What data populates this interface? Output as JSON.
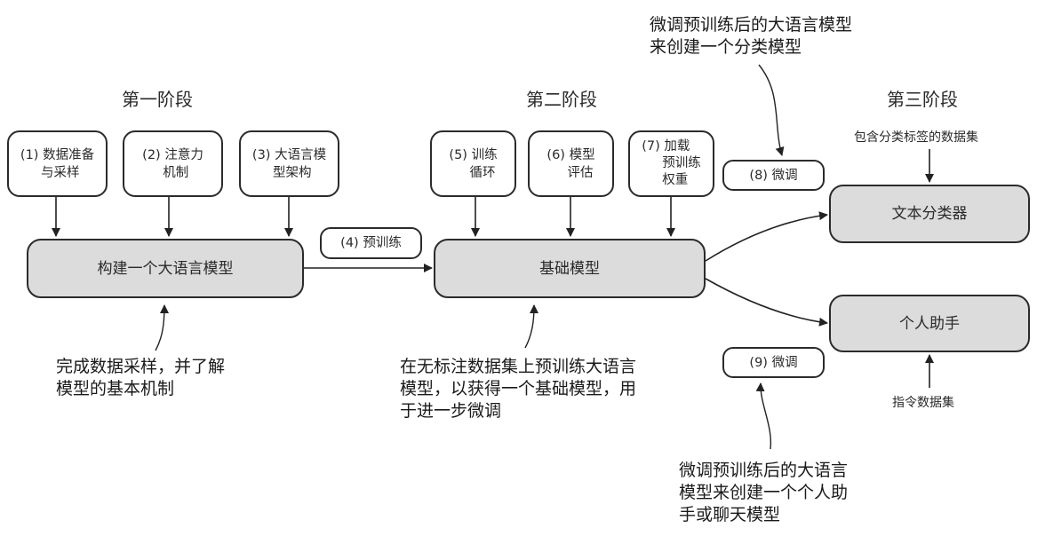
{
  "stages": {
    "stage1": "第一阶段",
    "stage2": "第二阶段",
    "stage3": "第三阶段"
  },
  "steps": {
    "s1": "(1) 数据准备\n     与采样",
    "s2": "(2) 注意力\n     机制",
    "s3": "(3) 大语言模\n     型架构",
    "s4": "(4) 预训练",
    "s5": "(5) 训练\n     循环",
    "s6": "(6) 模型\n     评估",
    "s7": "(7) 加载\n     预训练\n     权重",
    "s8": "(8) 微调",
    "s9": "(9) 微调"
  },
  "main_boxes": {
    "build_llm": "构建一个大语言模型",
    "foundation_model": "基础模型",
    "text_classifier": "文本分类器",
    "personal_assistant": "个人助手"
  },
  "inputs": {
    "class_label_dataset": "包含分类标签的数据集",
    "instruction_dataset": "指令数据集"
  },
  "notes": {
    "stage1_note": "完成数据采样，并了解\n模型的基本机制",
    "stage2_note": "在无标注数据集上预训练大语言\n模型，以获得一个基础模型，用\n于进一步微调",
    "classifier_note": "微调预训练后的大语言模型\n来创建一个分类模型",
    "assistant_note": "微调预训练后的大语言\n模型来创建一个个人助\n手或聊天模型"
  },
  "colors": {
    "main_box_fill": "#dcdcdc",
    "stroke": "#2b2b2b"
  }
}
